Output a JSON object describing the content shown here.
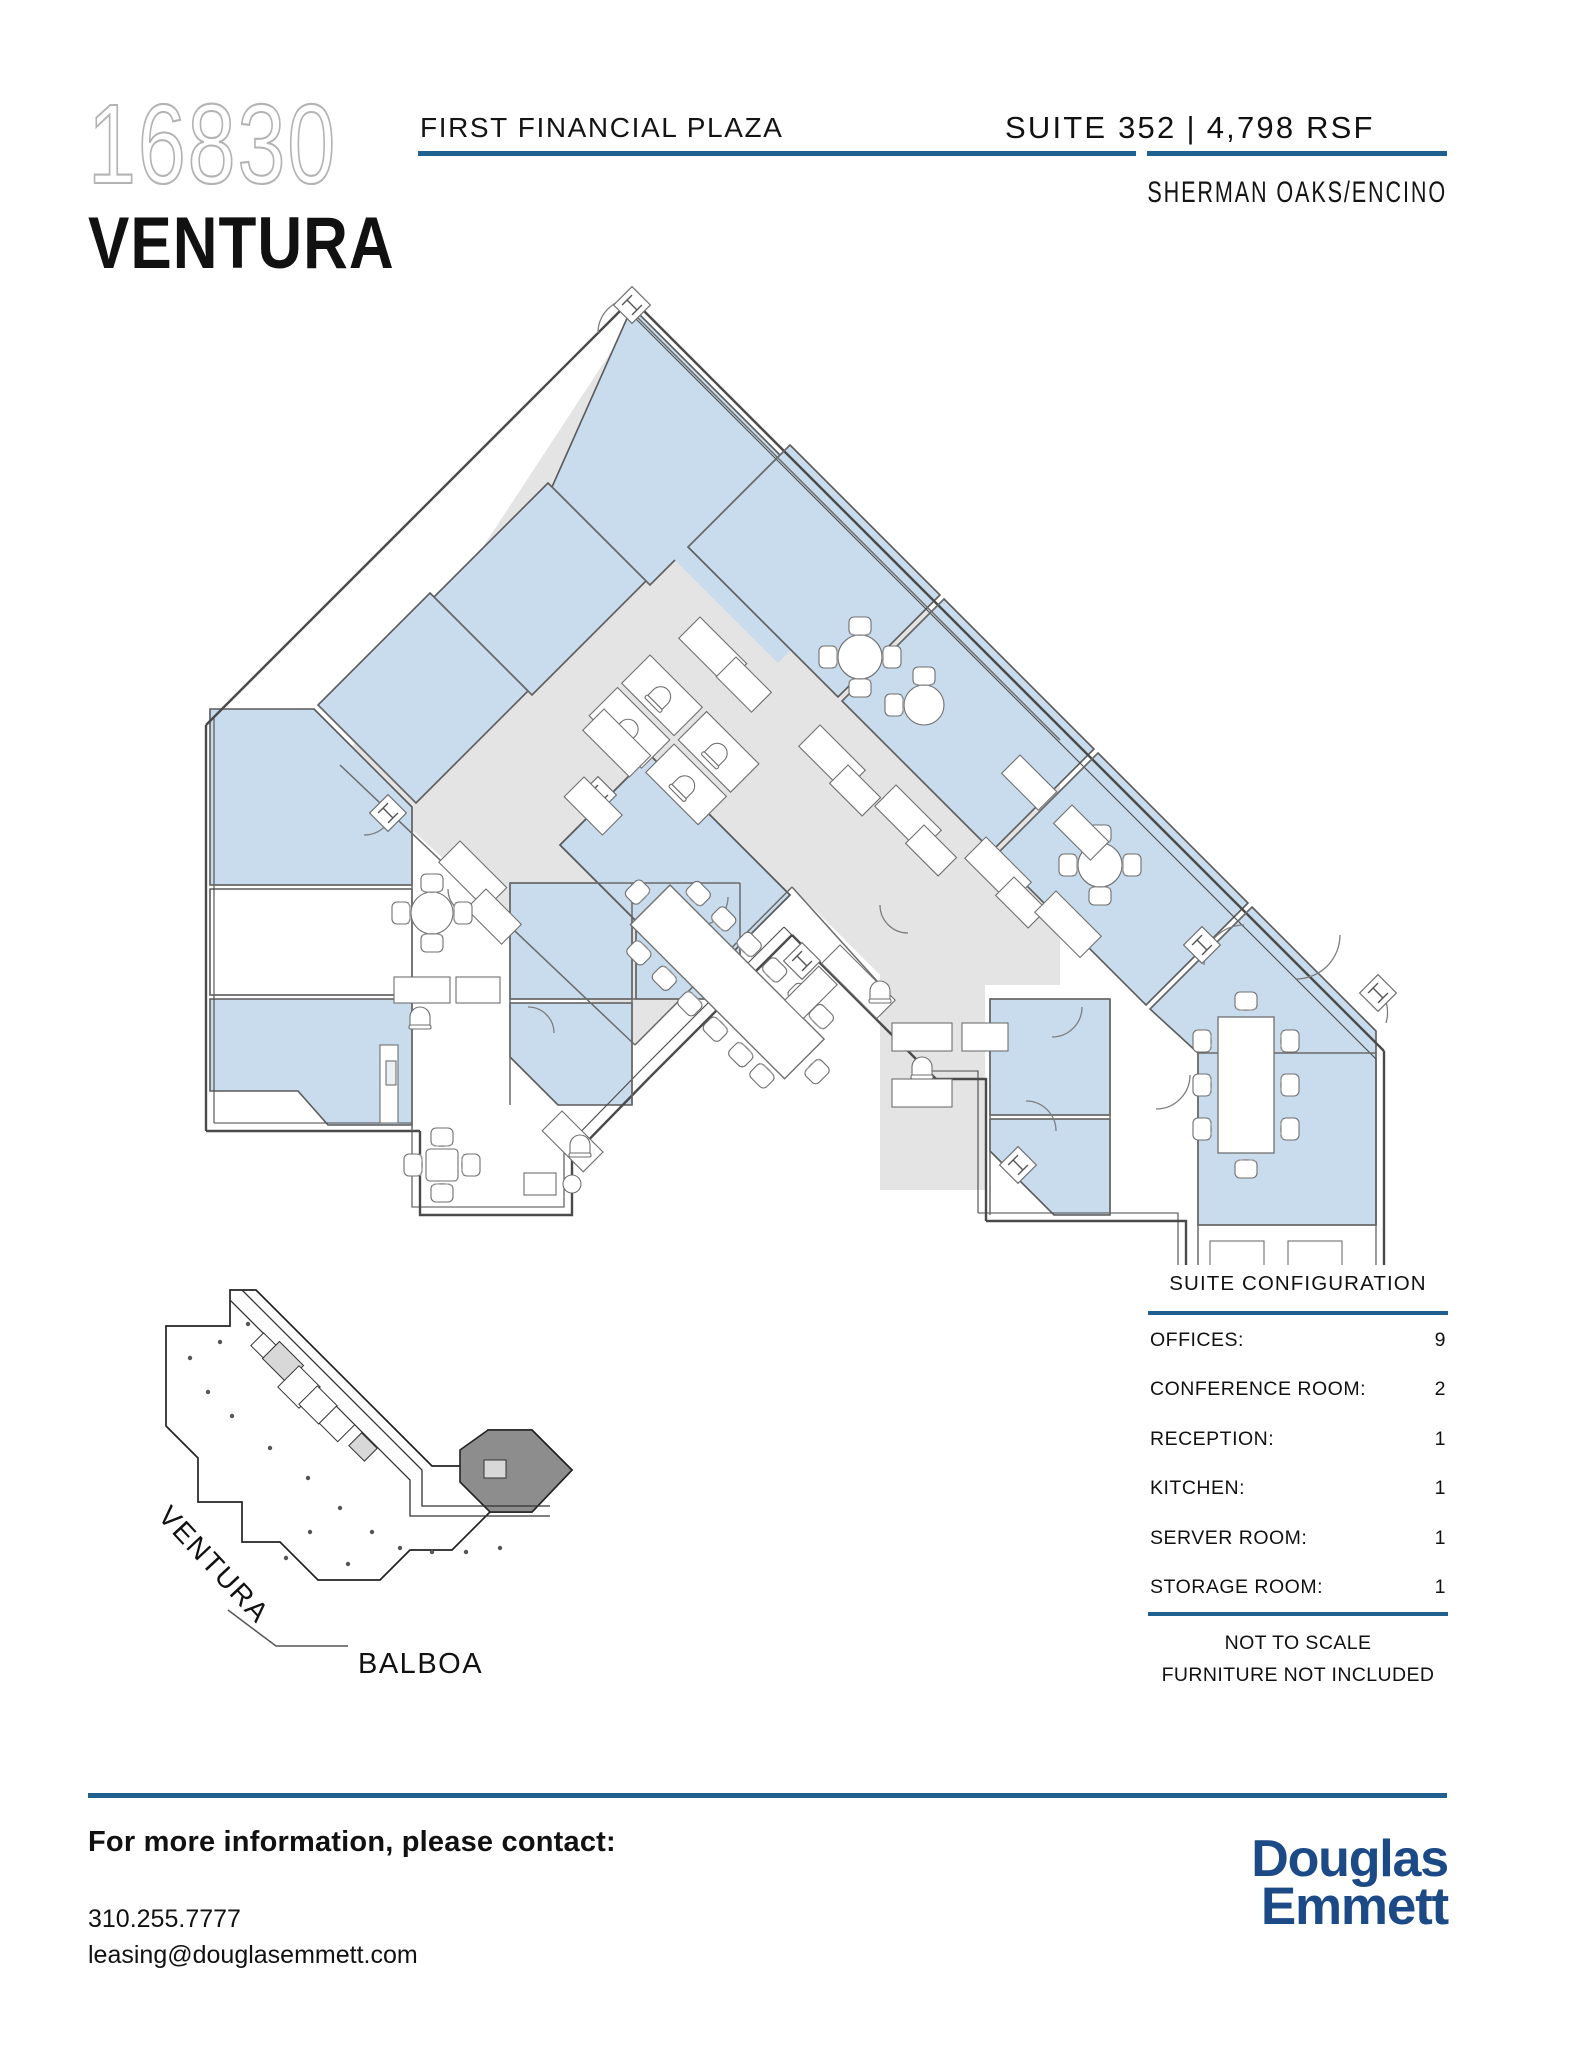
{
  "header": {
    "address_number": "16830",
    "address_street": "VENTURA",
    "property_name": "FIRST FINANCIAL PLAZA",
    "suite": "SUITE 352",
    "separator": "|",
    "rsf": "4,798 RSF",
    "submarket": "SHERMAN OAKS/ENCINO"
  },
  "floorplan": {
    "alt": "Suite 352 floor plan, chevron-shaped wing with perimeter offices and central corridor",
    "colors": {
      "room_fill": "#c9dced",
      "corridor_fill": "#e4e4e4",
      "wall_line": "#5a5a5a",
      "furniture_line": "#777777"
    }
  },
  "keymap": {
    "street_primary": "VENTURA",
    "street_secondary": "BALBOA",
    "colors": {
      "highlight_fill": "#8d8d8d",
      "building_line": "#222222"
    }
  },
  "suite_configuration": {
    "title": "SUITE CONFIGURATION",
    "rows": [
      {
        "label": "OFFICES:",
        "value": "9"
      },
      {
        "label": "CONFERENCE ROOM:",
        "value": "2"
      },
      {
        "label": "RECEPTION:",
        "value": "1"
      },
      {
        "label": "KITCHEN:",
        "value": "1"
      },
      {
        "label": "SERVER ROOM:",
        "value": "1"
      },
      {
        "label": "STORAGE ROOM:",
        "value": "1"
      }
    ],
    "notes": [
      "NOT TO SCALE",
      "FURNITURE NOT INCLUDED"
    ]
  },
  "footer": {
    "contact_heading": "For more information, please contact:",
    "phone": "310.255.7777",
    "email": "leasing@douglasemmett.com",
    "logo_line1": "Douglas",
    "logo_line2": "Emmett"
  },
  "theme": {
    "accent_blue": "#1f6091",
    "logo_blue": "#1b4a86"
  }
}
